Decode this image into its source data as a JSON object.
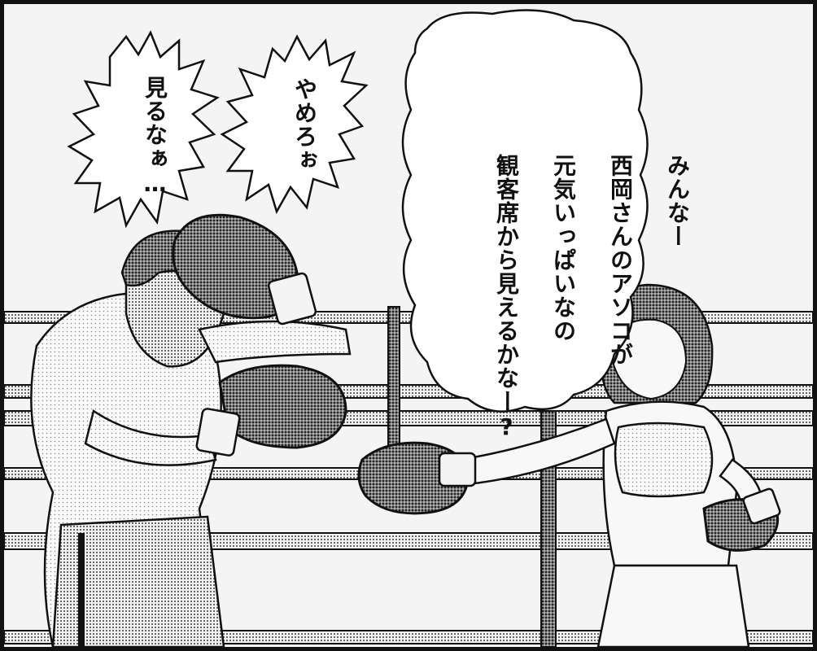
{
  "speech": {
    "main_lines": [
      "みんなー",
      "西岡さんのアソコが",
      "元気いっぱいなの",
      "観客席から見えるかなー?"
    ],
    "stop": "やめろぉ",
    "dont_look": "見るなぁ…"
  },
  "colors": {
    "ink": "#111111",
    "tone": "#8a8a8a",
    "paper": "#f4f4f4",
    "glove": "#4a4a4a"
  }
}
